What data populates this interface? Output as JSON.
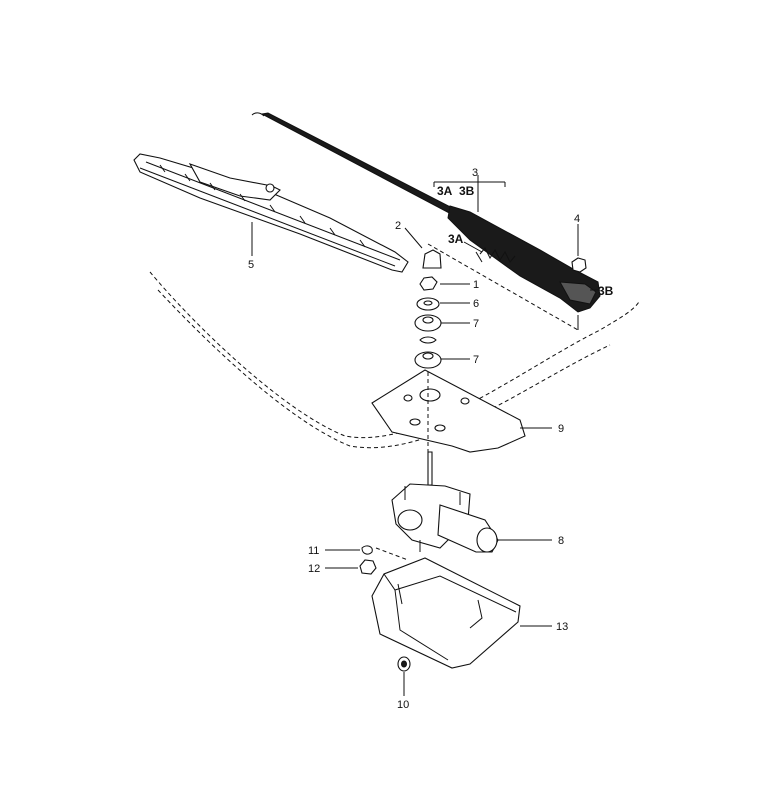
{
  "diagram": {
    "callouts": {
      "p1": "1",
      "p2": "2",
      "p3": "3",
      "p3a_group": "3A",
      "p3b_group": "3B",
      "p3a": "3A",
      "p3b": "3B",
      "p4": "4",
      "p5": "5",
      "p6": "6",
      "p7_upper": "7",
      "p7_lower": "7",
      "p8": "8",
      "p9": "9",
      "p10": "10",
      "p11": "11",
      "p12": "12",
      "p13": "13"
    }
  }
}
